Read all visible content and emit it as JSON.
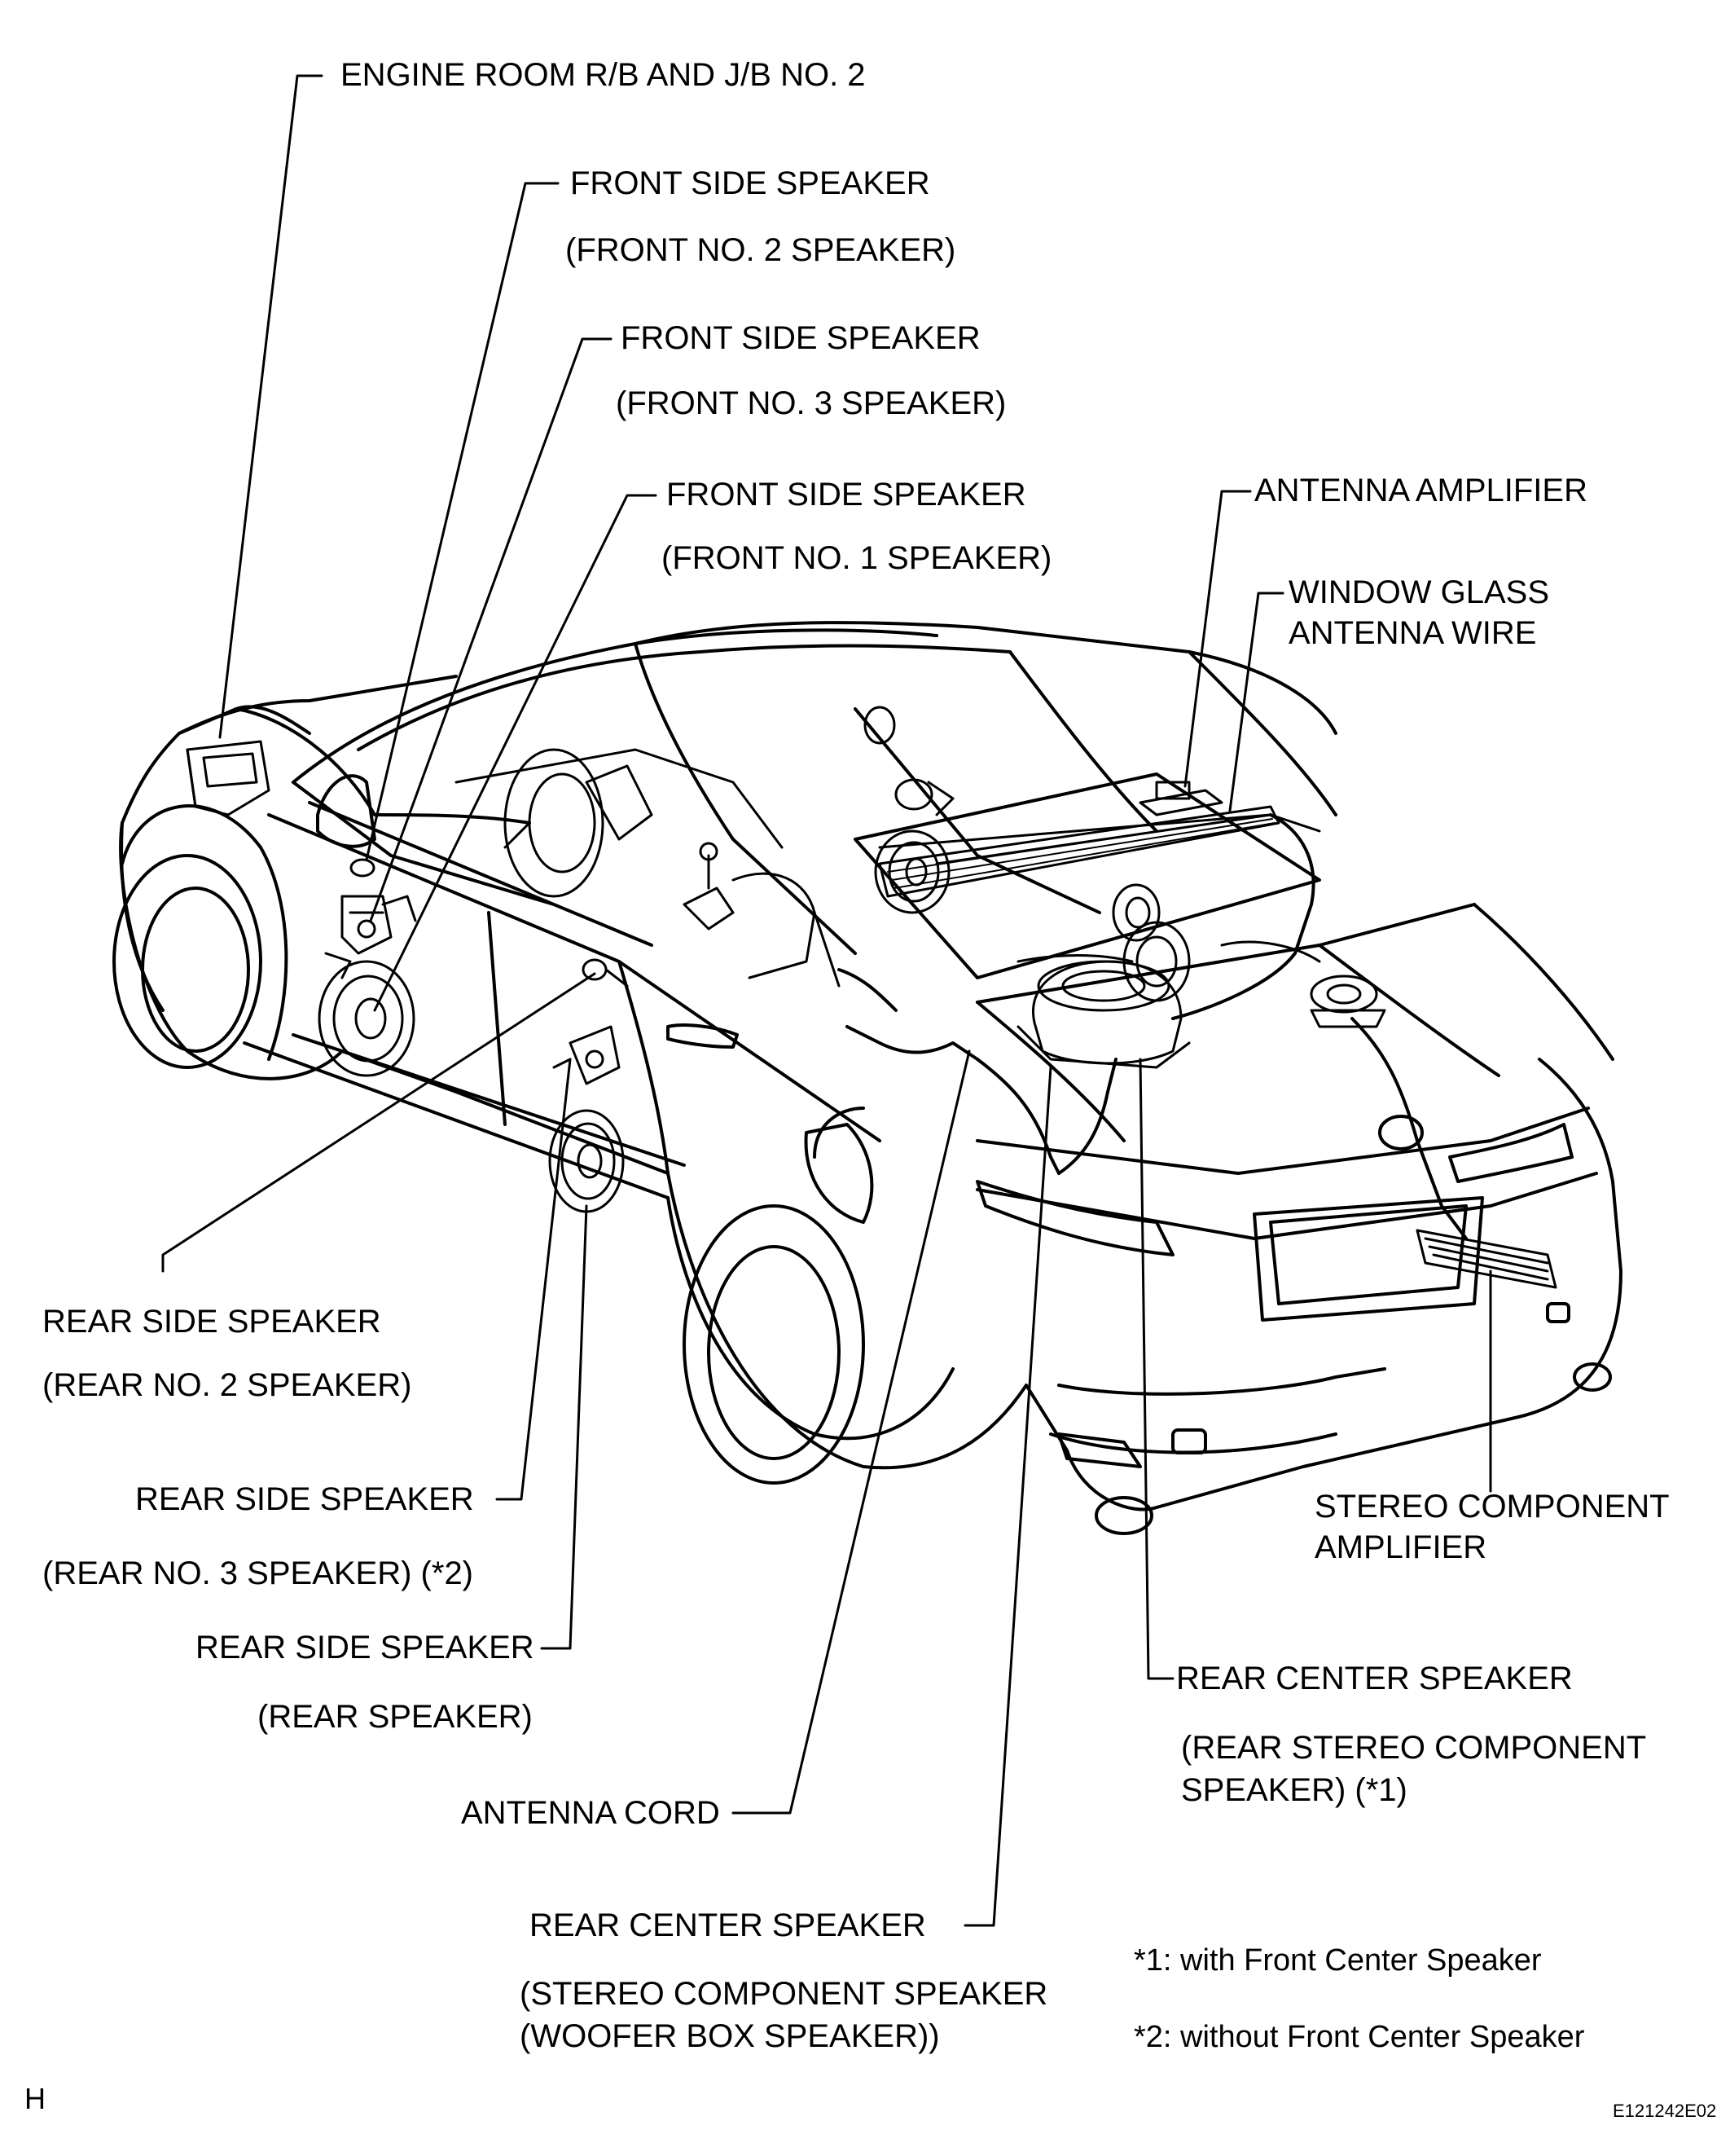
{
  "callouts": [
    {
      "id": "engine-room-rb",
      "line1": "ENGINE ROOM R/B AND J/B NO. 2",
      "line2": ""
    },
    {
      "id": "front-side-speaker-2",
      "line1": "FRONT SIDE SPEAKER",
      "line2": "(FRONT NO. 2 SPEAKER)"
    },
    {
      "id": "front-side-speaker-3",
      "line1": "FRONT SIDE SPEAKER",
      "line2": "(FRONT NO. 3 SPEAKER)"
    },
    {
      "id": "front-side-speaker-1",
      "line1": "FRONT SIDE SPEAKER",
      "line2": "(FRONT NO. 1 SPEAKER)"
    },
    {
      "id": "antenna-amplifier",
      "line1": "ANTENNA AMPLIFIER",
      "line2": ""
    },
    {
      "id": "window-glass-antenna",
      "line1": "WINDOW GLASS",
      "line2": "ANTENNA WIRE"
    },
    {
      "id": "rear-side-speaker-2",
      "line1": "REAR SIDE SPEAKER",
      "line2": "(REAR NO. 2 SPEAKER)"
    },
    {
      "id": "rear-side-speaker-3",
      "line1": "REAR SIDE SPEAKER",
      "line2": "(REAR NO. 3 SPEAKER) (*2)"
    },
    {
      "id": "rear-side-speaker",
      "line1": "REAR SIDE SPEAKER",
      "line2": "(REAR SPEAKER)"
    },
    {
      "id": "antenna-cord",
      "line1": "ANTENNA CORD",
      "line2": ""
    },
    {
      "id": "rear-center-speaker-woofer",
      "line1": "REAR CENTER SPEAKER",
      "line2": "(STEREO COMPONENT SPEAKER",
      "line3": "(WOOFER BOX SPEAKER))"
    },
    {
      "id": "stereo-component-amplifier",
      "line1": "STEREO COMPONENT",
      "line2": "AMPLIFIER"
    },
    {
      "id": "rear-center-speaker-stereo",
      "line1": "REAR CENTER SPEAKER",
      "line2": "(REAR STEREO COMPONENT",
      "line3": "SPEAKER) (*1)"
    }
  ],
  "footnotes": [
    "*1: with Front Center Speaker",
    "*2: without Front Center Speaker"
  ],
  "corner_letter": "H",
  "figure_code": "E121242E02"
}
